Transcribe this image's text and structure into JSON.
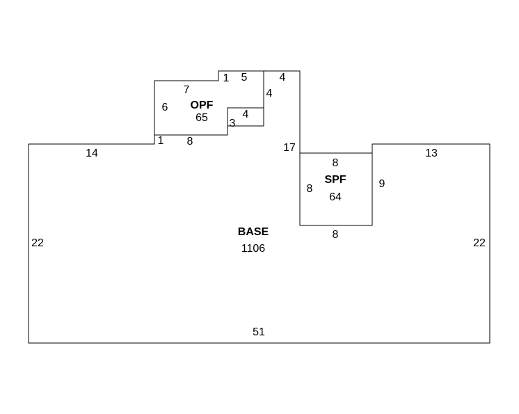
{
  "areas": {
    "base": {
      "name": "BASE",
      "size": "1106"
    },
    "opf": {
      "name": "OPF",
      "size": "65"
    },
    "spf": {
      "name": "SPF",
      "size": "64"
    }
  },
  "dims": {
    "base_top_left": "14",
    "base_left": "22",
    "base_right": "22",
    "base_bottom": "51",
    "base_top_right": "13",
    "base_mid_vertical": "17",
    "opf_left": "6",
    "opf_top": "7",
    "opf_step_top": "1",
    "opf_top_right": "5",
    "opf_bottom_left_step": "1",
    "opf_bottom": "8",
    "opf_inner_vertical": "3",
    "opf_inner_horizontal": "4",
    "opf_right_vertical": "4",
    "opf_far_top": "4",
    "spf_top": "8",
    "spf_left": "8",
    "spf_right": "9",
    "spf_bottom": "8"
  }
}
